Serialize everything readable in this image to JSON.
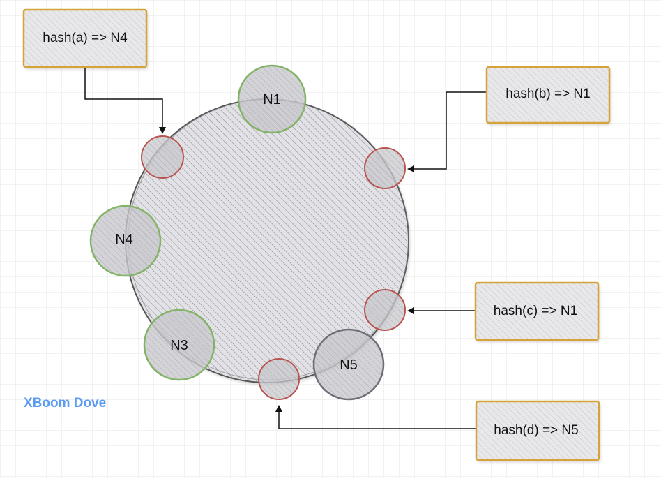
{
  "nodes": [
    {
      "label": "N1",
      "color": "#82b366"
    },
    {
      "label": "N4",
      "color": "#82b366"
    },
    {
      "label": "N3",
      "color": "#82b366"
    },
    {
      "label": "N5",
      "color": "#6d6d75"
    }
  ],
  "boxes": [
    {
      "label": "hash(a) => N4"
    },
    {
      "label": "hash(b) => N1"
    },
    {
      "label": "hash(c) => N1"
    },
    {
      "label": "hash(d) => N5"
    }
  ],
  "watermark": "XBoom Dove",
  "colors": {
    "grid": "#e6e6e6",
    "ring_fill": "#cfcfd4",
    "ring_stroke": "#555555",
    "node_green": "#82b366",
    "node_gray": "#6d6d75",
    "key_red": "#b85450",
    "box_border": "#d6a33a",
    "box_fill": "#e8e8ea",
    "arrow": "#111111",
    "watermark": "#5b9cf2"
  }
}
